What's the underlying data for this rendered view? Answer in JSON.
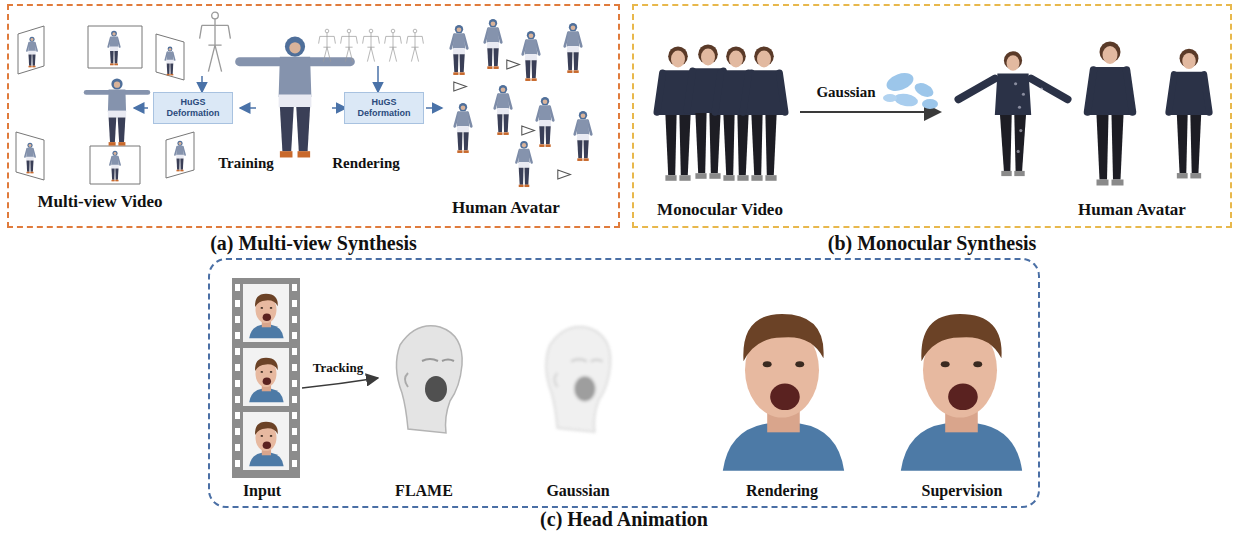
{
  "diagram": {
    "nodes": [
      {
        "text": [
          "(a) Multi-view Synthesis"
        ]
      },
      {
        "text": [
          "HuGS Deformation"
        ],
        "in": 0
      },
      {
        "text": [
          "HuGS Deformation"
        ],
        "in": 0
      },
      {
        "text": [
          "(b) Monocular Synthesis"
        ]
      },
      {
        "text": [
          "(c) Head Animation"
        ]
      }
    ],
    "labels": [
      "Training",
      "Rendering",
      "Multi-view Video",
      "Human Avatar",
      "Gaussian",
      "Monocular Video",
      "Human Avatar",
      "Input",
      "Tracking",
      "FLAME",
      "Gaussian",
      "Rendering",
      "Supervision"
    ]
  }
}
